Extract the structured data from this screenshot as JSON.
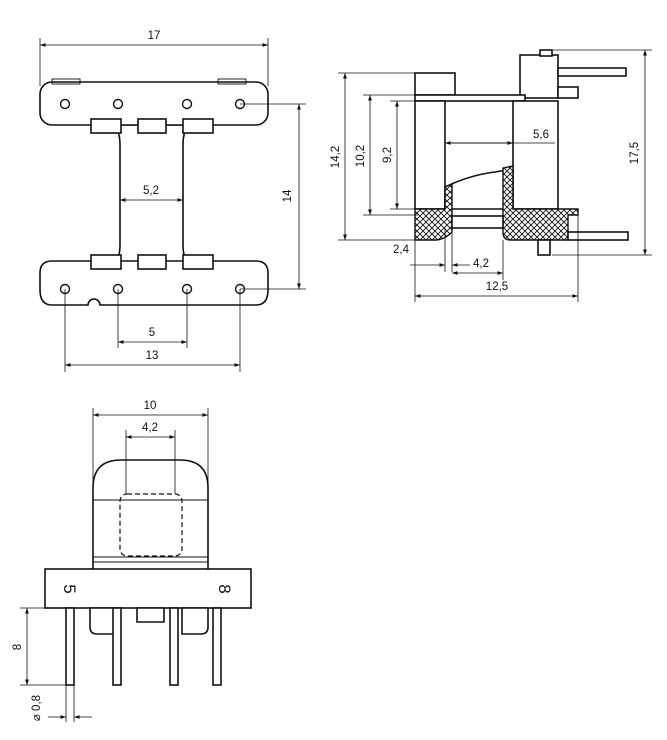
{
  "top_view": {
    "dims": {
      "overall_width": "17",
      "core_width": "5,2",
      "height": "14",
      "pin_spacing": "5",
      "pin_row_span": "13"
    }
  },
  "side_view": {
    "dims": {
      "height_14_2": "14,2",
      "height_10_2": "10,2",
      "height_9_2": "9,2",
      "height_17_5": "17,5",
      "core_5_6": "5,6",
      "wall_2_4": "2,4",
      "core_4_2": "4,2",
      "depth_12_5": "12,5"
    }
  },
  "front_view": {
    "dims": {
      "width_10": "10",
      "core_4_2": "4,2",
      "pin_length": "8",
      "pin_diameter": "⌀ 0,8"
    },
    "markings": {
      "left": "5",
      "right": "8"
    }
  }
}
